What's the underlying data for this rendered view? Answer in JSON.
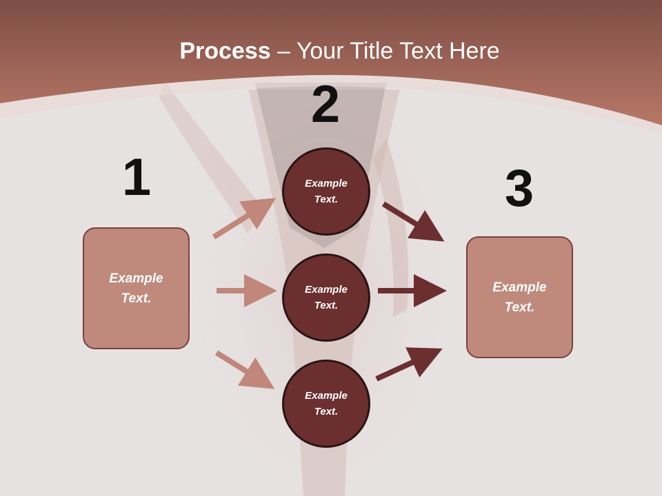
{
  "title": {
    "bold": "Process",
    "dash": " – ",
    "rest": "Your Title Text Here"
  },
  "steps": [
    {
      "number": "1",
      "text": "Example Text."
    },
    {
      "number": "2",
      "circles": [
        "Example Text.",
        "Example Text.",
        "Example Text."
      ]
    },
    {
      "number": "3",
      "text": "Example Text."
    }
  ],
  "colors": {
    "header": "#a86a5e",
    "box_fill": "#bf8a7c",
    "circle_fill": "#6b2f2f",
    "arrow_light": "#c0877a",
    "arrow_dark": "#6b2f2f",
    "background": "#e7e2e2"
  }
}
